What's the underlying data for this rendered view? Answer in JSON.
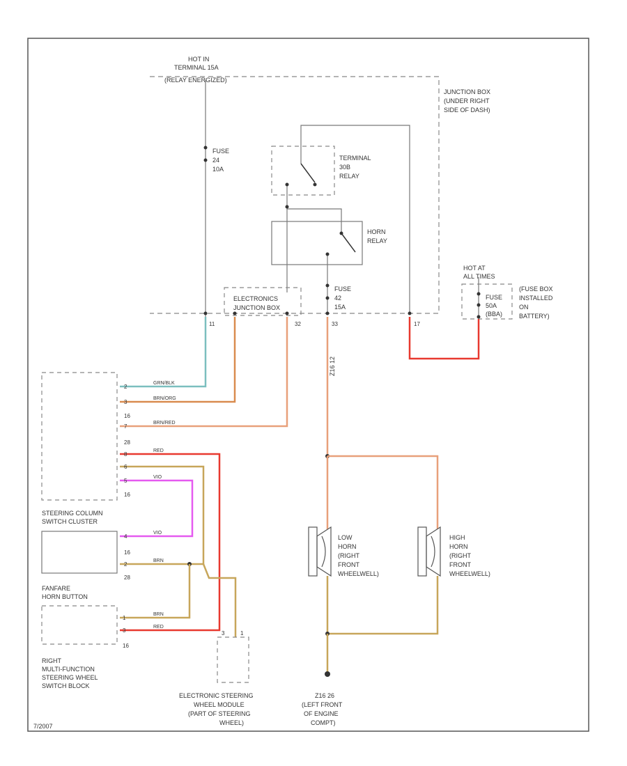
{
  "labels": {
    "hot_line1": "HOT IN",
    "hot_line2": "TERMINAL 15A",
    "hot_line3": "(RELAY ENERGIZED)",
    "fuse24_1": "FUSE",
    "fuse24_2": "24",
    "fuse24_3": "10A",
    "junction_1": "JUNCTION BOX",
    "junction_2": "(UNDER RIGHT",
    "junction_3": "SIDE OF DASH)",
    "t15_relay_1": "TERMINAL",
    "t15_relay_2": "30B",
    "t15_relay_3": "RELAY",
    "horn_relay_1": "HORN",
    "horn_relay_2": "RELAY",
    "fuse42_1": "FUSE",
    "fuse42_2": "42",
    "fuse42_3": "15A",
    "ejb_1": "ELECTRONICS",
    "ejb_2": "JUNCTION BOX",
    "hot_alt_1": "HOT AT",
    "hot_alt_2": "ALL TIMES",
    "fuse50_1": "FUSE",
    "fuse50_2": "50A",
    "fuse50_3": "(BBA)",
    "fusebox_1": "(FUSE BOX",
    "fusebox_2": "INSTALLED",
    "fusebox_3": "ON",
    "fusebox_4": "BATTERY)",
    "column_1": "STEERING COLUMN",
    "column_2": "SWITCH CLUSTER",
    "fanfare_1": "FANFARE",
    "fanfare_2": "HORN BUTTON",
    "rmf_1": "RIGHT",
    "rmf_2": "MULTI-FUNCTION",
    "rmf_3": "STEERING WHEEL",
    "rmf_4": "SWITCH BLOCK",
    "esm_1": "ELECTRONIC STEERING",
    "esm_2": "WHEEL MODULE",
    "esm_3": "(PART OF STEERING",
    "esm_4": "WHEEL)",
    "low_1": "LOW",
    "low_2": "HORN",
    "low_3": "(RIGHT",
    "low_4": "FRONT",
    "low_5": "WHEELWELL)",
    "high_1": "HIGH",
    "high_2": "HORN",
    "high_3": "(RIGHT",
    "high_4": "FRONT",
    "high_5": "WHEELWELL)",
    "ground_1": "Z16 26",
    "ground_2": "(LEFT FRONT",
    "ground_3": "OF ENGINE",
    "ground_4": "COMPT)",
    "splice": "Z16 12",
    "footer": "7/2007"
  },
  "wire_codes": {
    "grn_blk": "GRN/BLK",
    "brn_org": "BRN/ORG",
    "brn_red": "BRN/RED",
    "red": "RED",
    "vio": "VIO",
    "brn": "BRN"
  },
  "pins": {
    "p1": "11",
    "p2": "33",
    "p3": "32",
    "p4": "17",
    "c1": "2",
    "c2": "3",
    "c3": "16",
    "c4": "7",
    "c5": "28",
    "c6": "8",
    "c7": "6",
    "c8": "5",
    "c9": "16",
    "b1": "4",
    "b2": "16",
    "b3": "2",
    "b4": "28",
    "r1": "1",
    "r2": "3",
    "r3": "16",
    "e1": "3",
    "e2": "1"
  },
  "colors": {
    "red": "#e8392f",
    "tan": "#c7a65a",
    "pink": "#e55af0",
    "teal": "#7bbfbf",
    "orange": "#d98b4e",
    "orange_light": "#e8a07a",
    "black": "#444444"
  }
}
